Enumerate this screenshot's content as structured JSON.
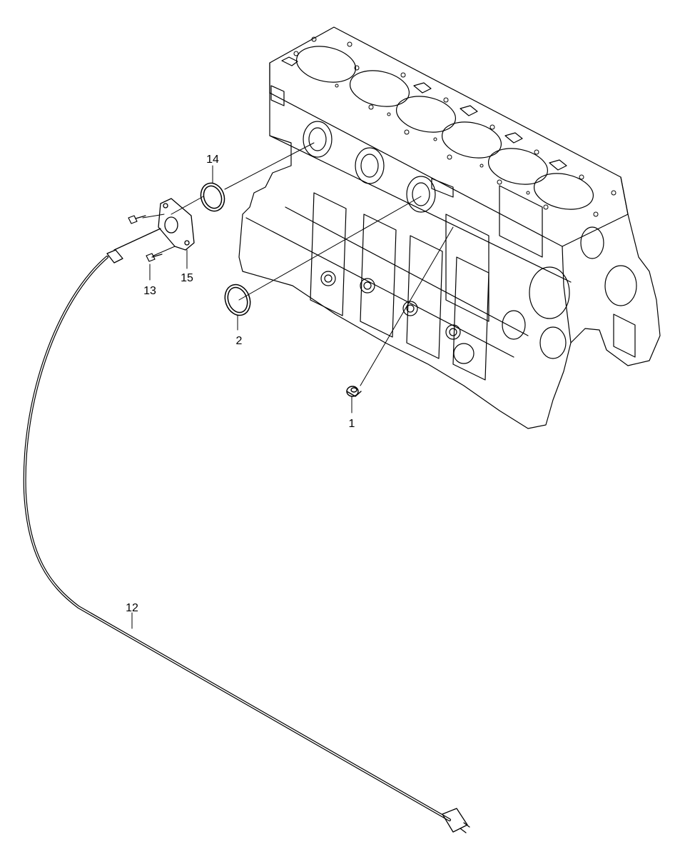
{
  "diagram": {
    "callouts": {
      "part_1": "1",
      "part_2": "2",
      "part_12": "12",
      "part_13": "13",
      "part_14": "14",
      "part_15": "15"
    },
    "line_color": "#000000",
    "background": "#ffffff"
  }
}
